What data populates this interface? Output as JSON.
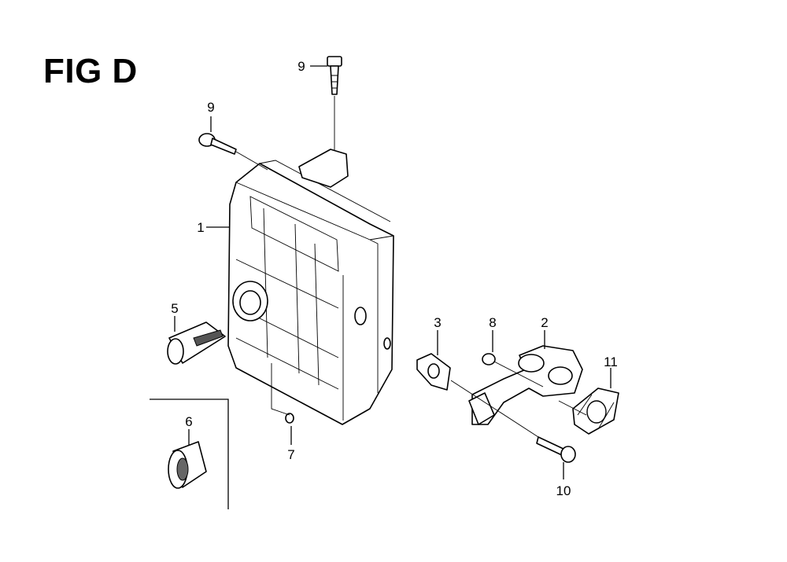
{
  "figure": {
    "title": "FIG D"
  },
  "callouts": {
    "c1": "1",
    "c2": "2",
    "c3": "3",
    "c5": "5",
    "c6": "6",
    "c7": "7",
    "c8": "8",
    "c9a": "9",
    "c9b": "9",
    "c10": "10",
    "c11": "11"
  }
}
